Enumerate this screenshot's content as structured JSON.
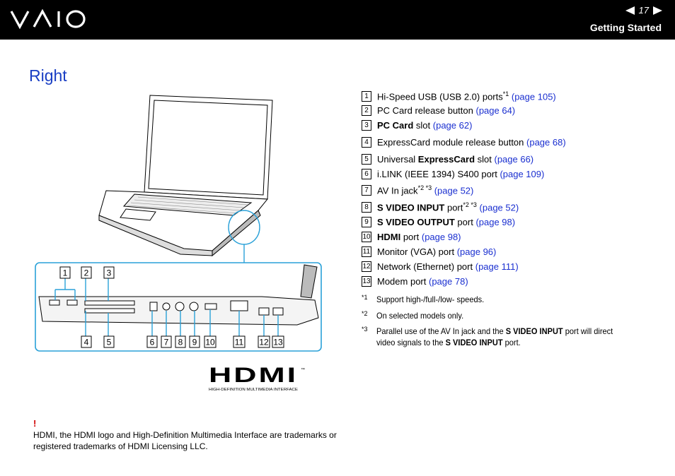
{
  "header": {
    "brand": "VAIO",
    "page_number": "17",
    "section": "Getting Started"
  },
  "title": "Right",
  "callouts": [
    {
      "num": "1",
      "pre": "Hi-Speed USB (USB 2.0) ports",
      "bold": "",
      "post": "",
      "sup": "*1",
      "link": "(page 105)"
    },
    {
      "num": "2",
      "pre": "PC Card release button",
      "bold": "",
      "post": "",
      "sup": "",
      "link": "(page 64)"
    },
    {
      "num": "3",
      "pre": "",
      "bold": "PC Card",
      "post": " slot",
      "sup": "",
      "link": "(page 62)"
    },
    {
      "num": "4",
      "pre": "ExpressCard module release button",
      "bold": "",
      "post": "",
      "sup": "",
      "link": "(page 68)"
    },
    {
      "num": "5",
      "pre": "Universal ",
      "bold": "ExpressCard",
      "post": " slot",
      "sup": "",
      "link": "(page 66)"
    },
    {
      "num": "6",
      "pre": "i.LINK (IEEE 1394) S400 port",
      "bold": "",
      "post": "",
      "sup": "",
      "link": "(page 109)"
    },
    {
      "num": "7",
      "pre": "AV In jack",
      "bold": "",
      "post": "",
      "sup": "*2 *3",
      "link": "(page 52)"
    },
    {
      "num": "8",
      "pre": "",
      "bold": "S VIDEO INPUT",
      "post": " port",
      "sup": "*2 *3",
      "link": "(page 52)"
    },
    {
      "num": "9",
      "pre": "",
      "bold": "S VIDEO OUTPUT",
      "post": " port",
      "sup": "",
      "link": "(page 98)"
    },
    {
      "num": "10",
      "pre": "",
      "bold": "HDMI",
      "post": " port",
      "sup": "",
      "link": "(page 98)"
    },
    {
      "num": "11",
      "pre": "Monitor (VGA) port",
      "bold": "",
      "post": "",
      "sup": "",
      "link": "(page 96)"
    },
    {
      "num": "12",
      "pre": "Network (Ethernet) port",
      "bold": "",
      "post": "",
      "sup": "",
      "link": "(page 111)"
    },
    {
      "num": "13",
      "pre": "Modem port",
      "bold": "",
      "post": "",
      "sup": "",
      "link": "(page 78)"
    }
  ],
  "footnotes": [
    {
      "mark": "*1",
      "text": "Support high-/full-/low- speeds."
    },
    {
      "mark": "*2",
      "text": "On selected models only."
    },
    {
      "mark": "*3",
      "text_a": "Parallel use of the AV In jack and the ",
      "bold_a": "S VIDEO INPUT",
      "text_b": " port will direct video signals to the ",
      "bold_b": "S VIDEO INPUT",
      "text_c": " port."
    }
  ],
  "figure_labels": [
    "1",
    "2",
    "3",
    "4",
    "5",
    "6",
    "7",
    "8",
    "9",
    "10",
    "11",
    "12",
    "13"
  ],
  "hdmi_logo": {
    "word": "HDMI",
    "tagline": "HIGH-DEFINITION MULTIMEDIA INTERFACE",
    "tm": "™"
  },
  "note": {
    "mark": "!",
    "text": "HDMI, the HDMI logo and High-Definition Multimedia Interface are trademarks or registered trademarks of HDMI Licensing LLC."
  },
  "colors": {
    "link": "#1a2fd0",
    "title": "#1a3fc4",
    "header_bg": "#000000",
    "warning": "#d00000"
  }
}
